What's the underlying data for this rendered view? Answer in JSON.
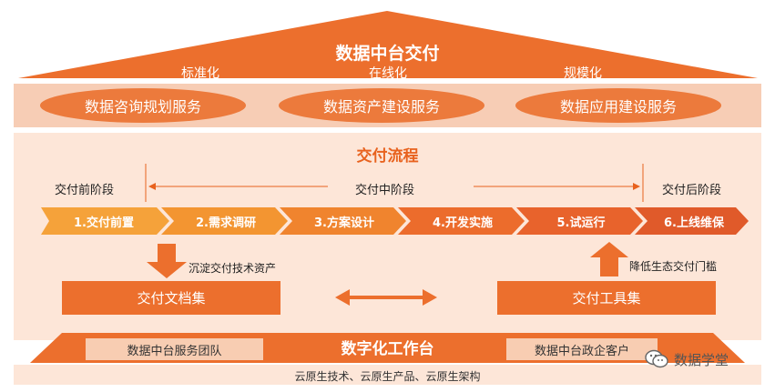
{
  "roof": {
    "title": "数据中台交付",
    "subtitles": [
      "标准化",
      "在线化",
      "规模化"
    ]
  },
  "services": [
    "数据咨询规划服务",
    "数据资产建设服务",
    "数据应用建设服务"
  ],
  "flow": {
    "title": "交付流程",
    "stages": [
      "交付前阶段",
      "交付中阶段",
      "交付后阶段"
    ],
    "steps": [
      "1.交付前置",
      "2.需求调研",
      "3.方案设计",
      "4.开发实施",
      "5.试运行",
      "6.上线维保"
    ]
  },
  "deposit_note": "沉淀交付技术资产",
  "lower_note": "降低生态交付门槛",
  "docs_box": "交付文档集",
  "tools_box": "交付工具集",
  "platform": {
    "title": "数字化工作台",
    "left_team": "数据中台服务团队",
    "right_team": "数据中台政企客户"
  },
  "base": "云原生技术、云原生产品、云原生架构",
  "watermark": "数据学堂",
  "colors": {
    "primary": "#ec6f2d",
    "light": "#fde6d8",
    "mid": "#f7cdb5",
    "steps": [
      "#f5a23a",
      "#f39531",
      "#f0842e",
      "#ec6c2c",
      "#e8632c",
      "#e05a2a"
    ]
  }
}
